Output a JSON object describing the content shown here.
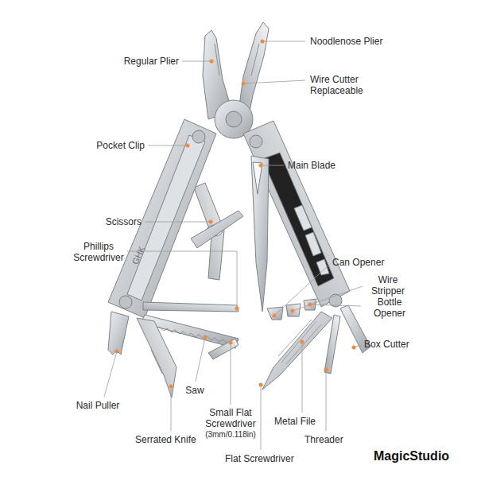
{
  "diagram": {
    "labels": [
      "Noodlenose Plier",
      "Regular Plier",
      "Wire Cutter Replaceable",
      "Pocket Clip",
      "Main Blade",
      "Scissors",
      "Phillips Screwdriver",
      "Can Opener",
      "Wire Stripper",
      "Bottle Opener",
      "Box Cutter",
      "Nail Puller",
      "Saw",
      "Small Flat Screwdriver",
      "(3mm/0.118in)",
      "Metal File",
      "Threader",
      "Serrated Knife",
      "Flat Screwdriver",
      "MagicStudio",
      "GHK"
    ]
  }
}
